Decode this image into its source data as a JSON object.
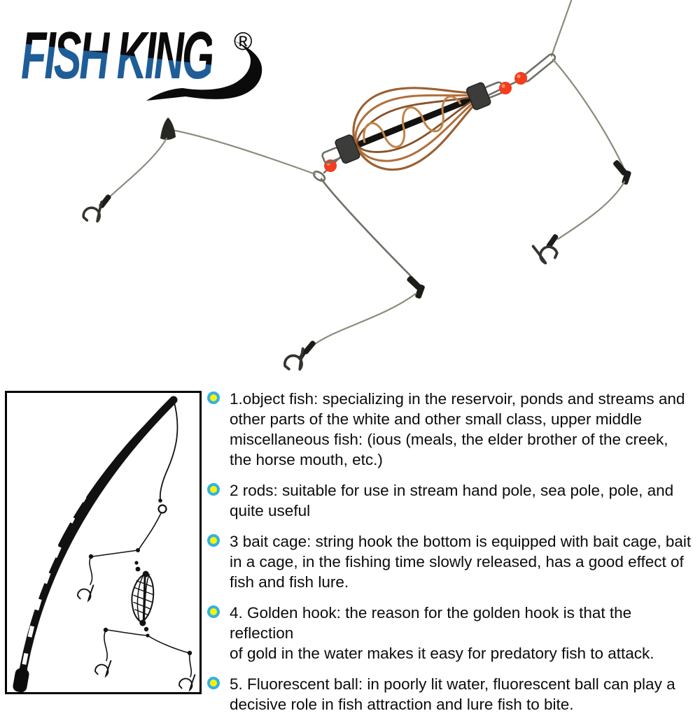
{
  "brand": {
    "logo_text": "FISH KING",
    "registered_mark": "®"
  },
  "palette": {
    "brand_blue": "#1e5d98",
    "ink": "#0b0b0b",
    "bullet_ring": "#30b2e6",
    "bullet_fill": "#fdf300",
    "bead_red": "#f43c1e",
    "copper": "#a5683a",
    "line_grey": "#8c8b7c",
    "wire_grey": "#716f64",
    "hook_dark": "#34332e",
    "sleeve_black": "#1d1c19"
  },
  "features": {
    "items": [
      "1.object fish: specializing in the reservoir, ponds and streams and\nother parts of the white and other small class, upper middle\nmiscellaneous fish: (ious (meals, the elder brother of the creek,\nthe horse mouth, etc.)",
      "2 rods: suitable for use in stream hand pole, sea pole, pole, and\nquite useful",
      "3 bait cage: string hook the bottom is equipped with bait cage, bait\nin a cage, in the fishing time slowly released, has a good effect of\nfish and fish lure.",
      "4. Golden hook: the reason for the golden hook is that the reflection\nof gold in the water makes it easy for predatory fish to attack.",
      "5. Fluorescent ball: in poorly lit water, fluorescent ball can play a\ndecisive role in fish attraction and lure fish to bite."
    ]
  }
}
